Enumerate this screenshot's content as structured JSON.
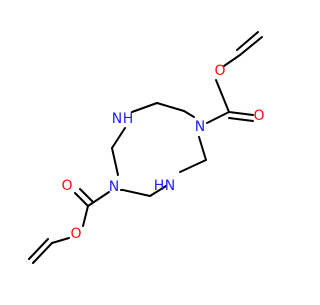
{
  "molecule": {
    "atom_labels": {
      "nh_upper": "N",
      "h_upper": "H",
      "n_right": "N",
      "nh_lower": "N",
      "h_lower": "H",
      "n_left": "N",
      "o_carbonyl_right": "O",
      "o_ester_right": "O",
      "o_carbonyl_left": "O",
      "o_ester_left": "O"
    },
    "colors": {
      "bond": "#000000",
      "nitrogen": "#2222ff",
      "oxygen": "#ff0d0d"
    }
  }
}
